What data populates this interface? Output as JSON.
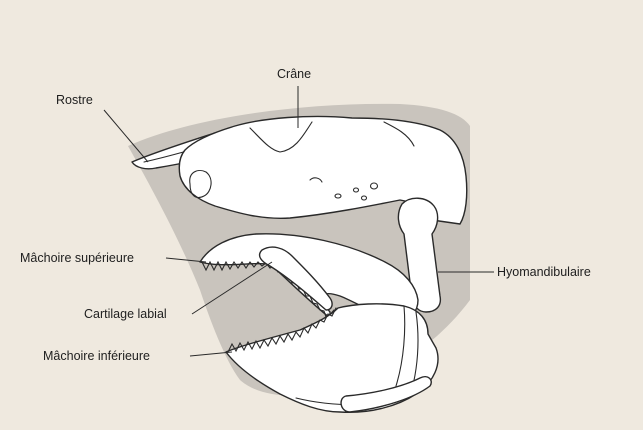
{
  "labels": {
    "crane": "Crâne",
    "rostre": "Rostre",
    "machoire_superieure": "Mâchoire supérieure",
    "cartilage_labial": "Cartilage labial",
    "machoire_inferieure": "Mâchoire inférieure",
    "hyomandibulaire": "Hyomandibulaire"
  },
  "colors": {
    "background": "#efe9df",
    "shading": "#c9c4bd",
    "outline": "#2a2a2a"
  }
}
